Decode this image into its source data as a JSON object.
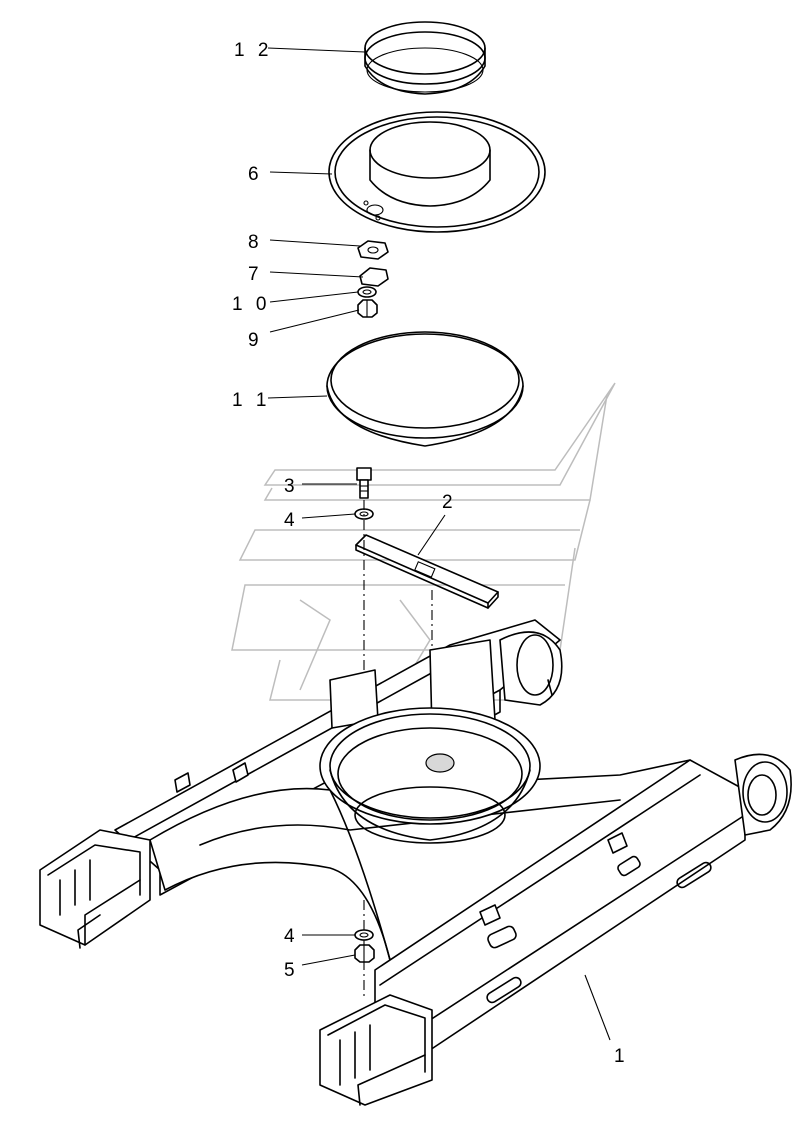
{
  "callouts": [
    {
      "id": "c12",
      "text": "1 2"
    },
    {
      "id": "c6",
      "text": "6"
    },
    {
      "id": "c8",
      "text": "8"
    },
    {
      "id": "c7",
      "text": "7"
    },
    {
      "id": "c10",
      "text": "1 0"
    },
    {
      "id": "c9",
      "text": "9"
    },
    {
      "id": "c11",
      "text": "1 1"
    },
    {
      "id": "c3",
      "text": "3"
    },
    {
      "id": "c2",
      "text": "2"
    },
    {
      "id": "c4a",
      "text": "4"
    },
    {
      "id": "c4b",
      "text": "4"
    },
    {
      "id": "c5",
      "text": "5"
    },
    {
      "id": "c1",
      "text": "1"
    }
  ]
}
